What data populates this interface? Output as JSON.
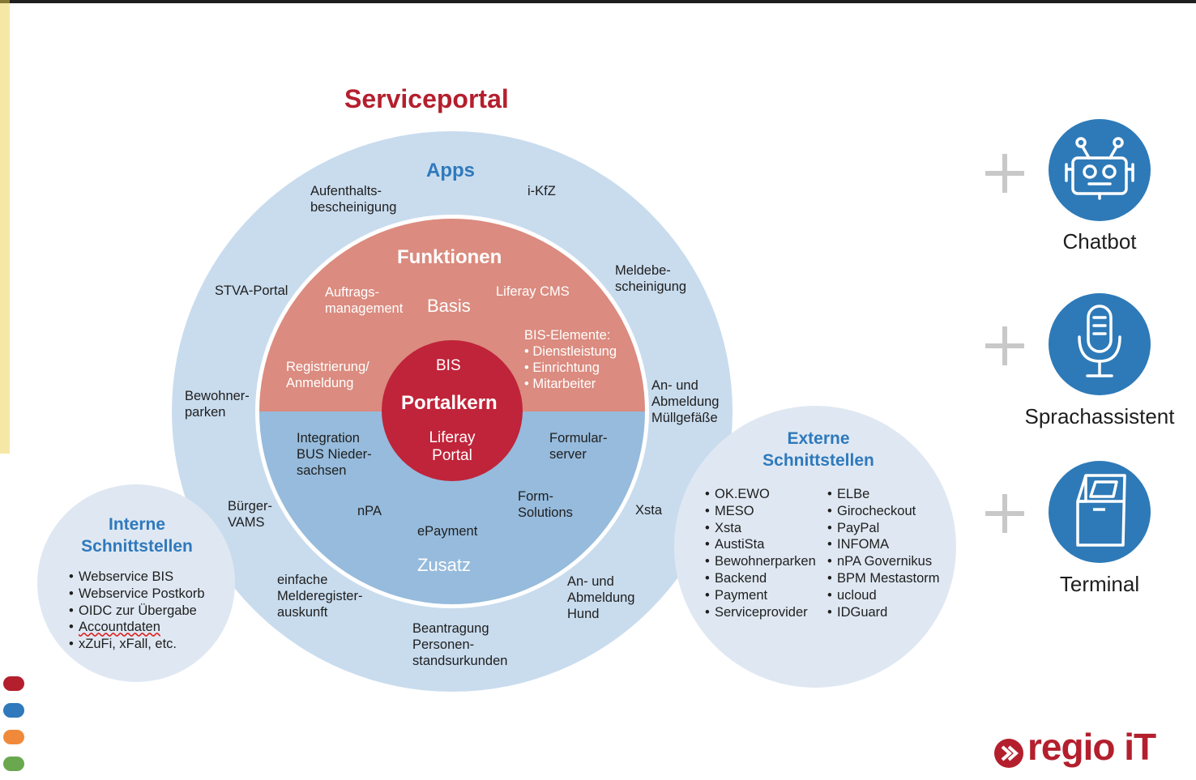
{
  "title": "Serviceportal",
  "rings": {
    "apps": "Apps",
    "funktionen": "Funktionen",
    "basis": "Basis",
    "zusatz": "Zusatz",
    "bis": "BIS",
    "portalkern": "Portalkern",
    "liferay_portal": "Liferay\nPortal"
  },
  "apps_items": {
    "aufenthalt": "Aufenthalts-\nbescheinigung",
    "ikfz": "i-KfZ",
    "stva": "STVA-Portal",
    "meldebe": "Meldebe-\nscheinigung",
    "bewohner": "Bewohner-\nparken",
    "abmeldung_muell": "An- und\nAbmeldung\nMüllgefäße",
    "buerger": "Bürger-\nVAMS",
    "xsta": "Xsta",
    "einfache": "einfache\nMelderegister-\nauskunft",
    "hund": "An- und\nAbmeldung\nHund",
    "beantragung": "Beantragung\nPersonen-\nstandsurkunden"
  },
  "basis_items": {
    "auftrags": "Auftrags-\nmanagement",
    "liferay_cms": "Liferay CMS",
    "bis_elemente": "BIS-Elemente:\n• Dienstleistung\n• Einrichtung\n• Mitarbeiter",
    "registrierung": "Registrierung/\nAnmeldung"
  },
  "zusatz_items": {
    "integration": "Integration\nBUS Nieder-\nsachsen",
    "formular": "Formular-\nserver",
    "npa": "nPA",
    "form_solutions": "Form-\nSolutions",
    "epayment": "ePayment"
  },
  "interne": {
    "heading": "Interne\nSchnittstellen",
    "items": [
      "Webservice BIS",
      "Webservice Postkorb",
      "OIDC zur Übergabe",
      "Accountdaten",
      "xZuFi, xFall, etc."
    ]
  },
  "externe": {
    "heading": "Externe\nSchnittstellen",
    "col1": [
      "OK.EWO",
      "MESO",
      "Xsta",
      "AustiSta",
      "Bewohnerparken",
      "Backend",
      "Payment",
      "Serviceprovider"
    ],
    "col2": [
      "ELBe",
      "Girocheckout",
      "PayPal",
      "INFOMA",
      "nPA Governikus",
      "BPM Mestastorm",
      "ucloud",
      "IDGuard"
    ]
  },
  "side": {
    "chatbot": "Chatbot",
    "sprach": "Sprachassistent",
    "terminal": "Terminal",
    "icons": [
      "robot-icon",
      "microphone-icon",
      "terminal-kiosk-icon"
    ]
  },
  "logo": {
    "text": "regio iT"
  },
  "colors": {
    "outer_ring": "#c9dcee",
    "bubble": "#dfe8f2",
    "basis": "#db8b7f",
    "zusatz": "#96bbdc",
    "core": "#c0243a",
    "title": "#b41f2d",
    "blue_heading": "#2f79bc",
    "icon_circle": "#2e7ab8"
  }
}
